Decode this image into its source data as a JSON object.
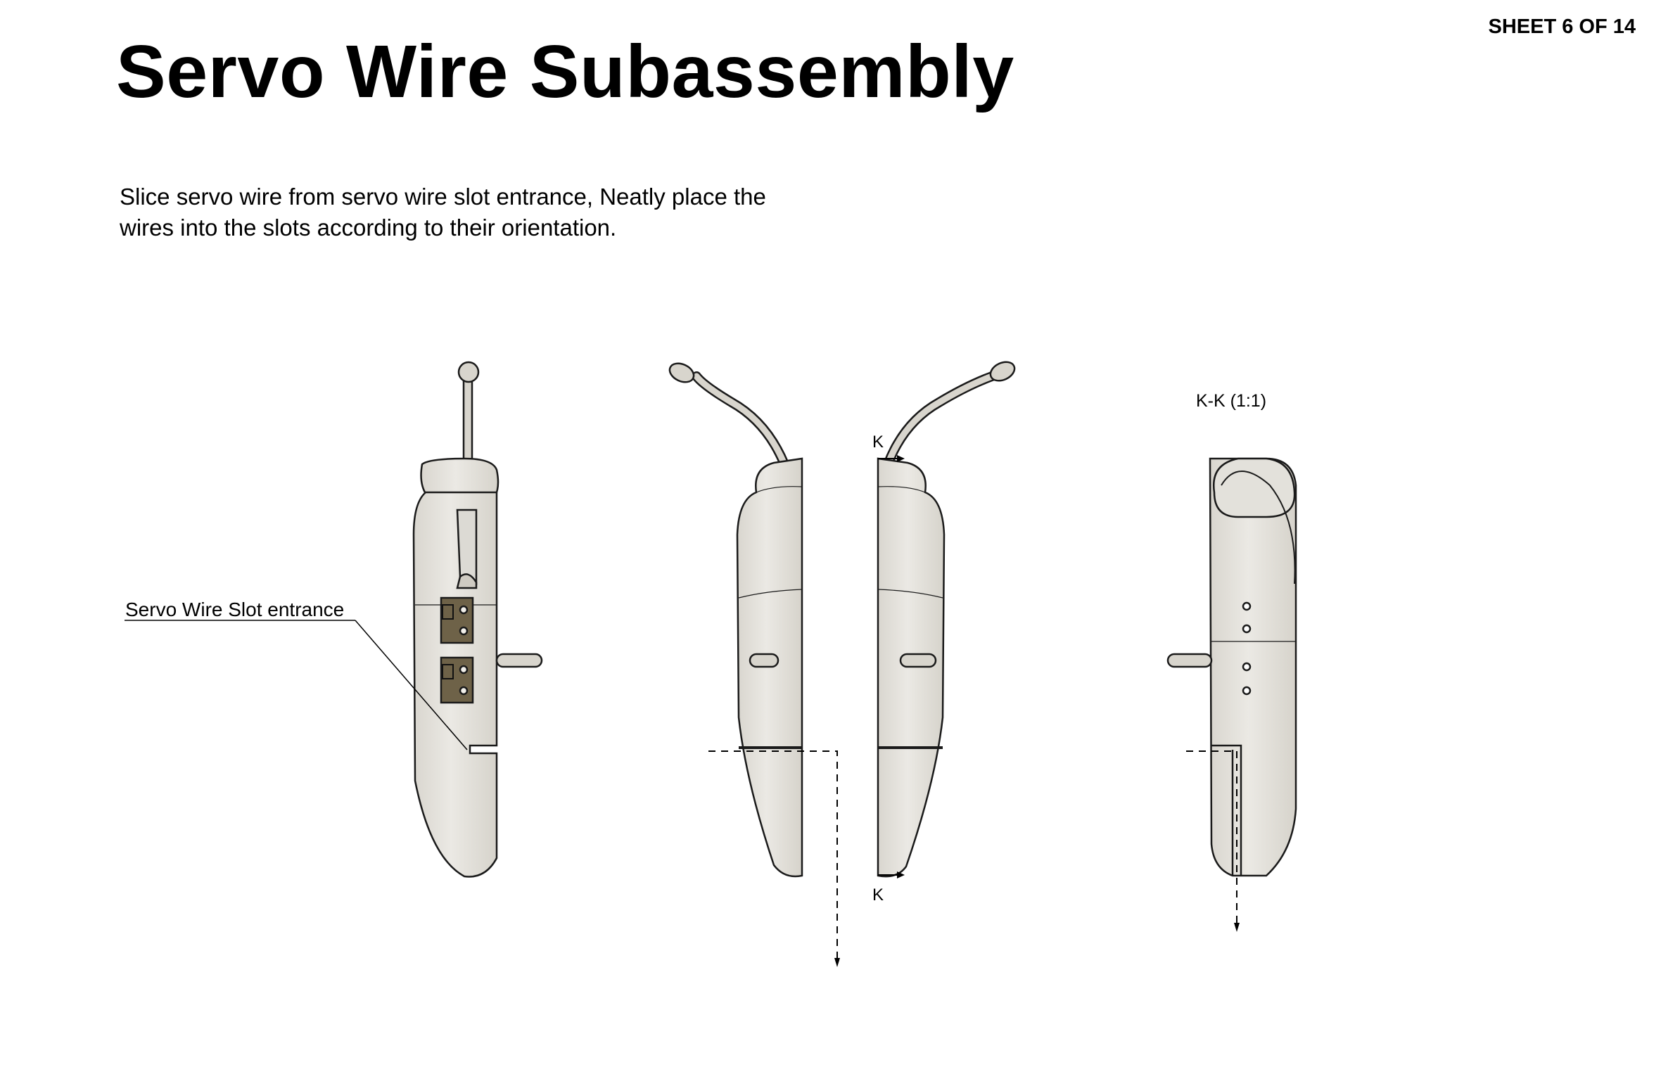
{
  "header": {
    "sheet": "SHEET 6 OF 14",
    "title": "Servo Wire Subassembly"
  },
  "instructions": {
    "line1": "Slice servo wire from servo wire slot entrance, Neatly place the",
    "line2": "wires into the slots according to their orientation."
  },
  "annotations": {
    "slot_entrance": "Servo Wire Slot entrance",
    "section_marker_top": "K",
    "section_marker_bottom": "K",
    "section_view_label": "K-K (1:1)"
  },
  "colors": {
    "part_fill": "#e4e2dc",
    "outline": "#1a1a1a",
    "connector": "#6e6248"
  }
}
